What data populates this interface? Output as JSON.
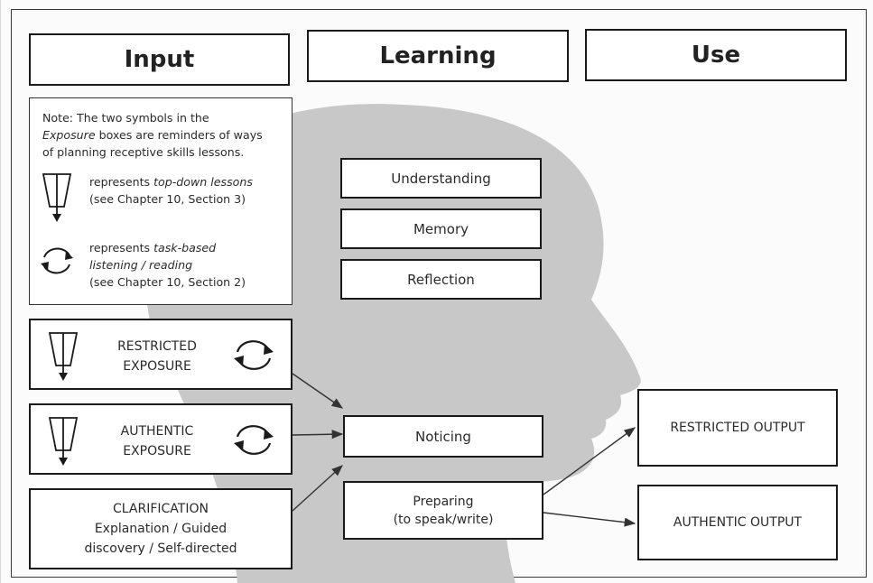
{
  "headers": {
    "input": "Input",
    "learning": "Learning",
    "use": "Use"
  },
  "note": {
    "line1_prefix": "Note: The two symbols in the",
    "line2_italic": "Exposure",
    "line2_rest": " boxes are reminders of ways",
    "line3": "of planning receptive skills lessons.",
    "symbol1": {
      "icon": "funnel-down-arrow-icon",
      "prefix": "represents ",
      "italic": "top-down lessons",
      "ref": "(see Chapter 10, Section 3)"
    },
    "symbol2": {
      "icon": "circular-arrows-icon",
      "prefix": "represents ",
      "italic": "task-based",
      "italic2": "listening / reading",
      "ref": "(see Chapter 10, Section 2)"
    }
  },
  "input_boxes": {
    "restricted": {
      "line1": "RESTRICTED",
      "line2": "EXPOSURE"
    },
    "authentic": {
      "line1": "AUTHENTIC",
      "line2": "EXPOSURE"
    },
    "clarification": {
      "line1": "CLARIFICATION",
      "line2": "Explanation / Guided",
      "line3": "discovery / Self-directed"
    }
  },
  "learning_boxes": {
    "understanding": "Understanding",
    "memory": "Memory",
    "reflection": "Reflection",
    "noticing": "Noticing",
    "preparing_line1": "Preparing",
    "preparing_line2": "(to speak/write)"
  },
  "use_boxes": {
    "restricted_output": "RESTRICTED OUTPUT",
    "authentic_output": "AUTHENTIC OUTPUT"
  },
  "colors": {
    "head_silhouette": "#c9c9c9",
    "border": "#1a1a1a"
  }
}
